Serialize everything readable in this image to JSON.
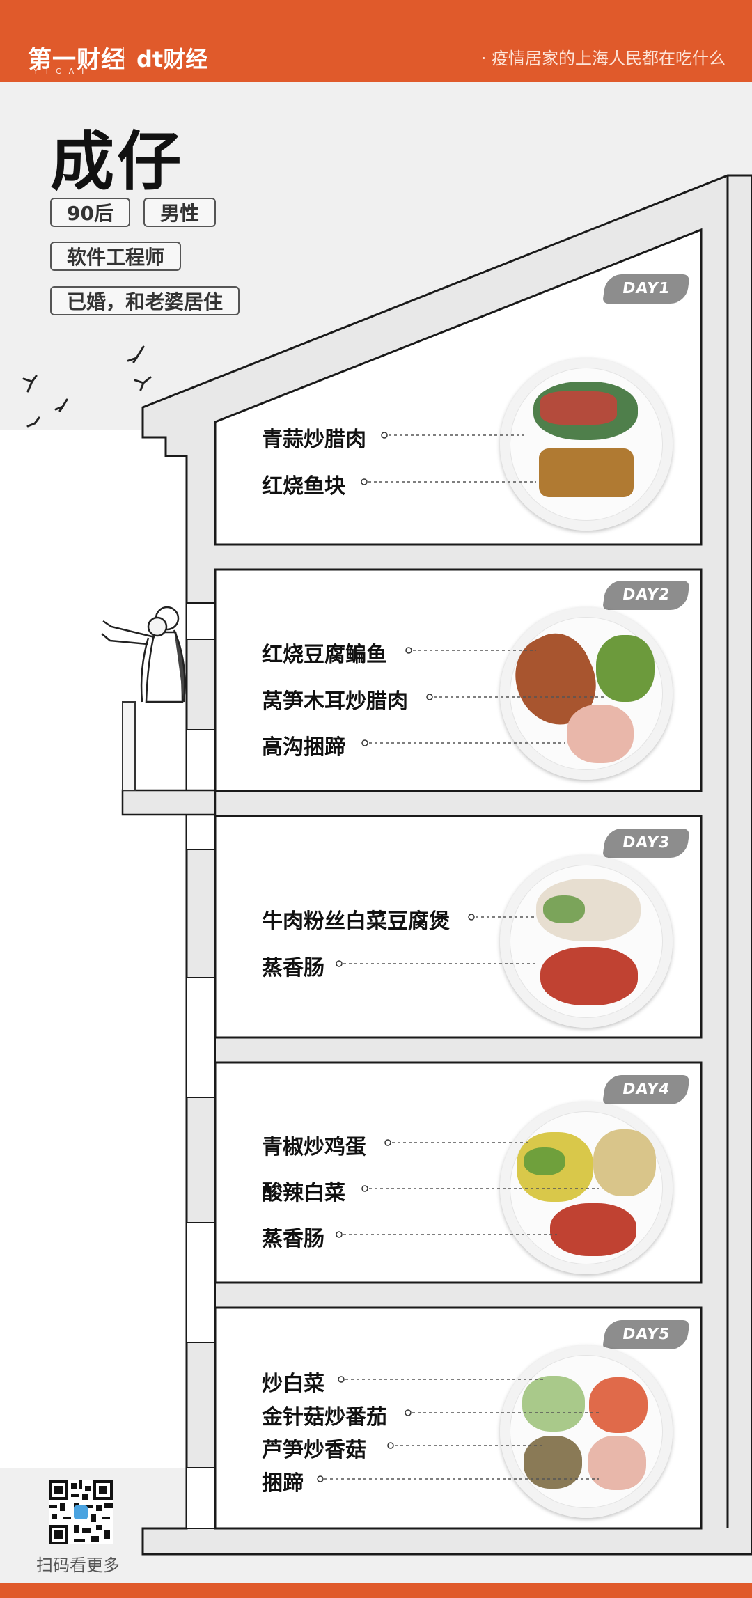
{
  "header": {
    "logo_primary": "第一财经",
    "logo_sub": "YICAI",
    "logo_secondary": "dt财经",
    "tagline": "· 疫情居家的上海人民都在吃什么"
  },
  "profile": {
    "name": "成仔",
    "tags": [
      "90后",
      "男性",
      "软件工程师",
      "已婚，和老婆居住"
    ]
  },
  "days": [
    {
      "label": "DAY1",
      "dishes": [
        "青蒜炒腊肉",
        "红烧鱼块"
      ]
    },
    {
      "label": "DAY2",
      "dishes": [
        "红烧豆腐鳊鱼",
        "莴笋木耳炒腊肉",
        "高沟捆蹄"
      ]
    },
    {
      "label": "DAY3",
      "dishes": [
        "牛肉粉丝白菜豆腐煲",
        "蒸香肠"
      ]
    },
    {
      "label": "DAY4",
      "dishes": [
        "青椒炒鸡蛋",
        "酸辣白菜",
        "蒸香肠"
      ]
    },
    {
      "label": "DAY5",
      "dishes": [
        "炒白菜",
        "金针菇炒番茄",
        "芦笋炒香菇",
        "捆蹄"
      ]
    }
  ],
  "footer": {
    "qr_caption": "扫码看更多"
  },
  "colors": {
    "brand": "#e05a2b",
    "wall": "#e8e8e8",
    "outline": "#1a1a1a",
    "day_badge": "#8d8d8d"
  }
}
